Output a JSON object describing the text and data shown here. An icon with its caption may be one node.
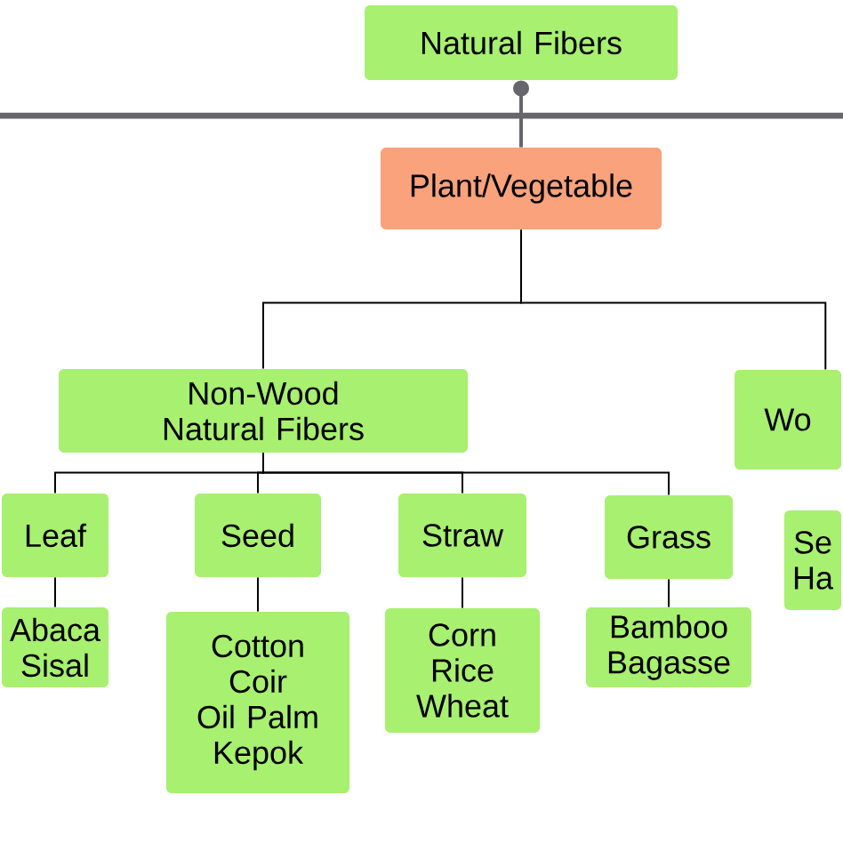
{
  "diagram": {
    "nodes": [
      {
        "text": [
          "Natural Fibers"
        ]
      },
      {
        "text": [
          "Plant/Vegetable"
        ]
      },
      {
        "text": [
          "Non-Wood Natural Fibers"
        ]
      },
      {
        "text": [
          "Wo"
        ]
      },
      {
        "text": [
          "Leaf"
        ]
      },
      {
        "text": [
          "Seed"
        ]
      },
      {
        "text": [
          "Straw"
        ]
      },
      {
        "text": [
          "Grass"
        ]
      },
      {
        "text": [
          "Abaca",
          "Sisal"
        ]
      },
      {
        "text": [
          "Cotton",
          "Coir",
          "Oil Palm",
          "Kepok"
        ]
      },
      {
        "text": [
          "Corn",
          "Rice",
          "Wheat"
        ]
      },
      {
        "text": [
          "Bamboo",
          "Bagasse"
        ]
      },
      {
        "text": [
          "Se",
          "Ha"
        ]
      }
    ],
    "edges": [
      {
        "from": 0,
        "to": 1,
        "arrow": "other",
        "color": "#66666c"
      },
      {
        "from": 1,
        "to": 2,
        "arrow": "none"
      },
      {
        "from": 1,
        "to": 3,
        "arrow": "none"
      },
      {
        "from": 2,
        "to": 4,
        "arrow": "none"
      },
      {
        "from": 2,
        "to": 5,
        "arrow": "none"
      },
      {
        "from": 2,
        "to": 6,
        "arrow": "none"
      },
      {
        "from": 2,
        "to": 7,
        "arrow": "none"
      },
      {
        "from": 4,
        "to": 8,
        "arrow": "none"
      },
      {
        "from": 5,
        "to": 9,
        "arrow": "none"
      },
      {
        "from": 6,
        "to": 10,
        "arrow": "none"
      },
      {
        "from": 7,
        "to": 11,
        "arrow": "none"
      }
    ]
  }
}
